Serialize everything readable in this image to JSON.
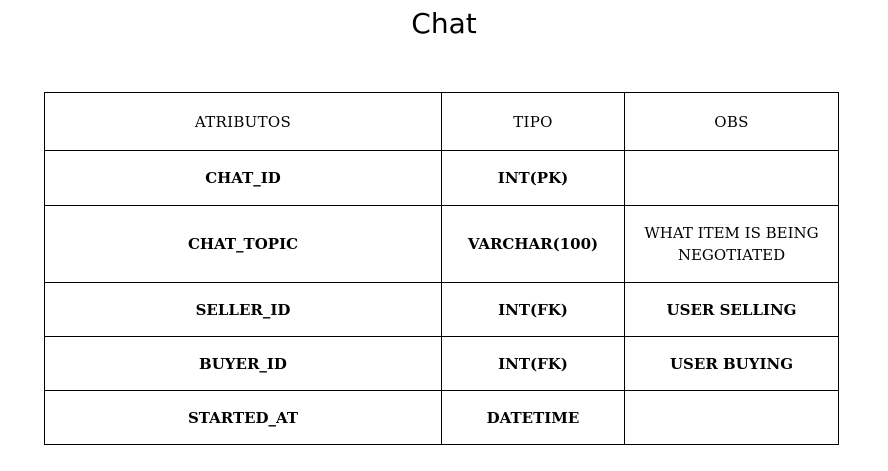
{
  "title": "Chat",
  "table": {
    "headers": [
      "ATRIBUTOS",
      "TIPO",
      "OBS"
    ],
    "rows": [
      {
        "attr": "CHAT_ID",
        "type": "INT(PK)",
        "obs": ""
      },
      {
        "attr": "CHAT_TOPIC",
        "type": "VARCHAR(100)",
        "obs": "WHAT ITEM IS BEING NEGOTIATED"
      },
      {
        "attr": "SELLER_ID",
        "type": "INT(FK)",
        "obs": "USER SELLING"
      },
      {
        "attr": "BUYER_ID",
        "type": "INT(FK)",
        "obs": "USER BUYING"
      },
      {
        "attr": "STARTED_AT",
        "type": "DATETIME",
        "obs": ""
      }
    ]
  }
}
